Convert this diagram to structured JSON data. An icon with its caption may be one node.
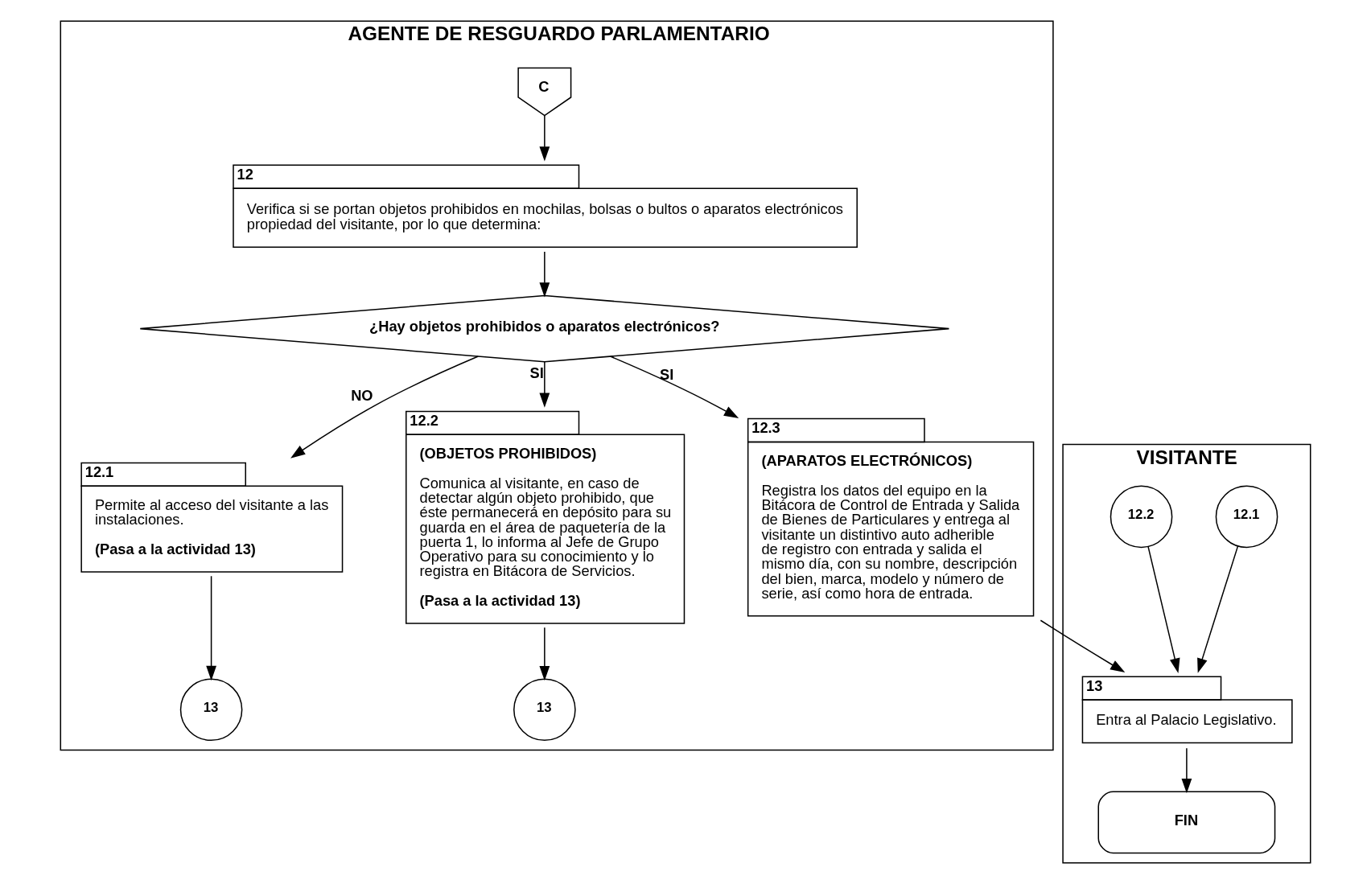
{
  "diagram": {
    "nodes": [
      {
        "text": [
          "AGENTE DE RESGUARDO PARLAMENTARIO"
        ]
      },
      {
        "text": [
          "VISITANTE"
        ]
      },
      {
        "text": [
          "C"
        ],
        "in": 0
      },
      {
        "text": [
          "12",
          "Verifica si se portan objetos prohibidos en mochilas, bolsas o bultos o aparatos electrónicos propiedad del visitante, por lo que determina:"
        ],
        "in": 0
      },
      {
        "text": [
          "¿Hay objetos prohibidos o aparatos electrónicos?"
        ],
        "in": 0
      },
      {
        "text": [
          "12.1",
          "Permite al acceso del visitante a las instalaciones.",
          "(Pasa a la actividad 13)"
        ],
        "in": 0
      },
      {
        "text": [
          "12.2",
          "(OBJETOS PROHIBIDOS)",
          "Comunica al visitante, en caso de detectar algún objeto prohibido, que éste permanecerá en depósito para su guarda en el área de paquetería de la puerta 1, lo informa al Jefe de Grupo Operativo para su conocimiento y lo registra en Bitácora de Servicios.",
          "(Pasa a la actividad 13)"
        ],
        "in": 0
      },
      {
        "text": [
          "12.3",
          "(APARATOS ELECTRÓNICOS)",
          "Registra los datos del equipo en la Bitácora de Control de Entrada y Salida de Bienes de Particulares y entrega al visitante un distintivo auto adherible de registro con entrada y salida el mismo día, con su nombre, descripción del bien, marca, modelo y número de serie, así como hora de entrada."
        ],
        "in": 0
      },
      {
        "text": [
          "13"
        ],
        "in": 0
      },
      {
        "text": [
          "13"
        ],
        "in": 0
      },
      {
        "text": [
          "12.1"
        ],
        "in": 1
      },
      {
        "text": [
          "12.2"
        ],
        "in": 1
      },
      {
        "text": [
          "13",
          "Entra al Palacio Legislativo."
        ],
        "in": 1
      },
      {
        "text": [
          "FIN"
        ],
        "in": 1
      }
    ],
    "edges": [
      {
        "from": 2,
        "to": 3,
        "arrow": "to"
      },
      {
        "from": 3,
        "to": 4,
        "arrow": "to"
      },
      {
        "from": 4,
        "to": 5,
        "arrow": "to",
        "label": "NO"
      },
      {
        "from": 4,
        "to": 6,
        "arrow": "to",
        "label": "SI"
      },
      {
        "from": 4,
        "to": 7,
        "arrow": "to",
        "label": "SI"
      },
      {
        "from": 5,
        "to": 8,
        "arrow": "to"
      },
      {
        "from": 6,
        "to": 9,
        "arrow": "to"
      },
      {
        "from": 7,
        "to": 12,
        "arrow": "to"
      },
      {
        "from": 10,
        "to": 12,
        "arrow": "to"
      },
      {
        "from": 11,
        "to": 12,
        "arrow": "to"
      },
      {
        "from": 12,
        "to": 13,
        "arrow": "to"
      }
    ]
  }
}
